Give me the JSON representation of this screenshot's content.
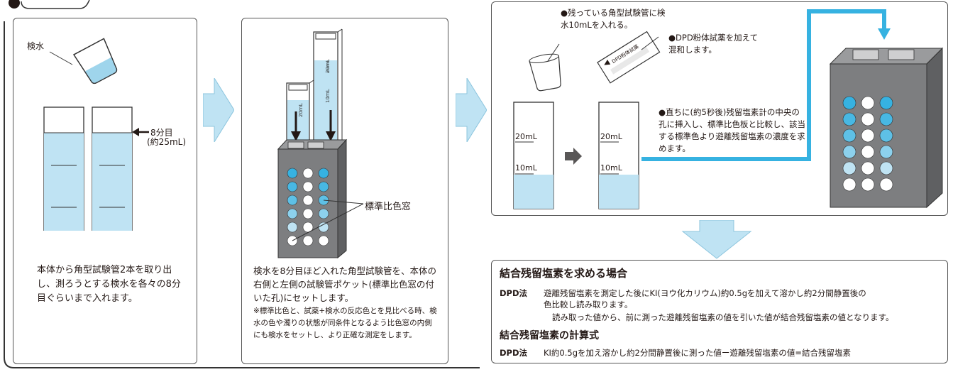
{
  "step1": {
    "label_kensui": "検水",
    "label_8bunme": "8分目",
    "label_25ml": "(約25mL)",
    "desc": "本体から角型試験管2本を取り出し、測ろうとする検水を各々の8分目ぐらいまで入れます。"
  },
  "step2": {
    "tube_small_label": "20mL",
    "tube_large_label_1": "20mL",
    "tube_large_label_2": "10mL",
    "label_window": "標準比色窓",
    "desc": "検水を8分目ほど入れた角型試験管を、本体の右側と左側の試験管ポケット(標準比色窓の付いた孔)にセットします。",
    "note": "※標準比色と、試薬+検水の反応色とを見比べる時、検水の色や濁りの状態が同条件となるよう比色窓の内側にも検水をセットし、より正確な測定をします。"
  },
  "step3": {
    "note1": "●残っている角型試験管に検水10mLを入れる。",
    "note2": "●DPD粉体試薬を加えて混和します。",
    "note3": "●直ちに(約5秒後)残留塩素計の中央の孔に挿入し、標準比色板と比較し、該当する標準色より遊離残留塩素の濃度を求めます。",
    "tube_a_20": "20mL",
    "tube_a_10": "10mL",
    "tube_b_20": "20mL",
    "tube_b_10": "10mL",
    "packet_text": "DPD粉体試薬"
  },
  "result": {
    "title": "結合残留塩素を求める場合",
    "method_label": "DPD法",
    "line1": "遊離残留塩素を測定した後にKI(ヨウ化カリウム)約0.5gを加えて溶かし約2分間静置後の",
    "line2": "色比較し読み取ります。",
    "line3": "読み取った値から、前に測った遊離残留塩素の値を引いた値が結合残留塩素の値となります。",
    "calc_title": "結合残留塩素の計算式",
    "calc_method_label": "DPD法",
    "calc_formula": "KI約0.5gを加え溶かし約2分間静置後に測った値ー遊離残留塩素の値=結合残留塩素"
  },
  "colors": {
    "water": "#bfe3f3",
    "water_dark": "#7ecbea",
    "cyan_dot": "#36b2e1",
    "arrow_fill": "#bfe3f3",
    "box_gray": "#7d7e80",
    "box_dark": "#5f6062"
  }
}
